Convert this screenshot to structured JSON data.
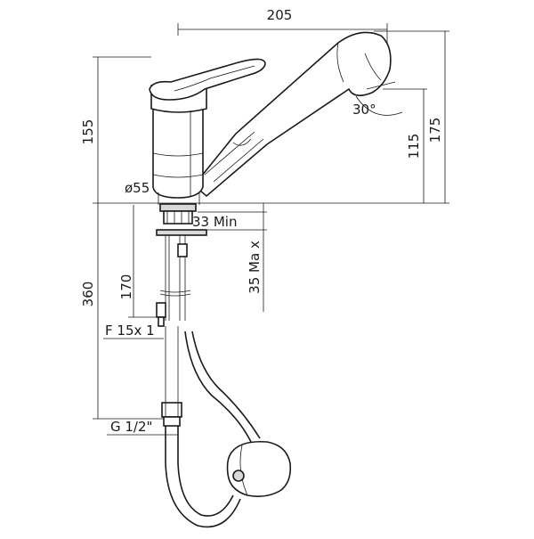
{
  "dimensions": {
    "overall_reach": "205",
    "overall_height_left": "155",
    "overall_height_right": "175",
    "spout_outlet_height": "115",
    "spray_angle": "30°",
    "base_diameter": "ø55",
    "min_hole": "33 Min",
    "max_deck": "35 Ma x",
    "hose_length": "360",
    "tail_length": "170",
    "tail_thread": "F 15x 1",
    "hose_thread": "G 1/2\""
  }
}
